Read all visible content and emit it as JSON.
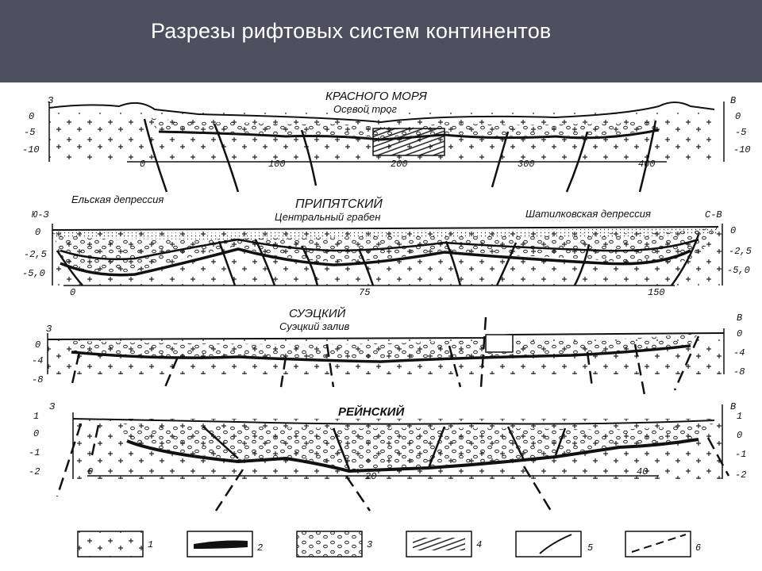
{
  "header": {
    "title": "Разрезы рифтовых систем континентов"
  },
  "sections": [
    {
      "id": "red-sea",
      "title": "КРАСНОГО МОРЯ",
      "subtitle": "Осевой трог",
      "left_end": "З",
      "right_end": "В",
      "depth_ticks": [
        "0",
        "-5",
        "-10"
      ],
      "distance_ticks": [
        "0",
        "100",
        "200",
        "300",
        "400"
      ]
    },
    {
      "id": "pripyat",
      "title": "ПРИПЯТСКИЙ",
      "subtitle": "Центральный грабен",
      "left_label": "Ельская депрессия",
      "right_label": "Шатилковская депрессия",
      "left_end": "Ю-З",
      "right_end": "С-В",
      "depth_ticks": [
        "0",
        "-2,5",
        "-5,0"
      ],
      "distance_ticks": [
        "0",
        "75",
        "150"
      ]
    },
    {
      "id": "suez",
      "title": "СУЭЦКИЙ",
      "subtitle": "Суэцкий залив",
      "left_end": "З",
      "right_end": "В",
      "depth_ticks": [
        "0",
        "-4",
        "-8"
      ]
    },
    {
      "id": "rhine",
      "title": "РЕЙНСКИЙ",
      "left_end": "З",
      "right_end": "В",
      "depth_ticks": [
        "1",
        "0",
        "-1",
        "-2"
      ],
      "distance_ticks": [
        "0",
        "20",
        "40"
      ]
    }
  ],
  "legend": [
    "1",
    "2",
    "3",
    "4",
    "5",
    "6"
  ]
}
